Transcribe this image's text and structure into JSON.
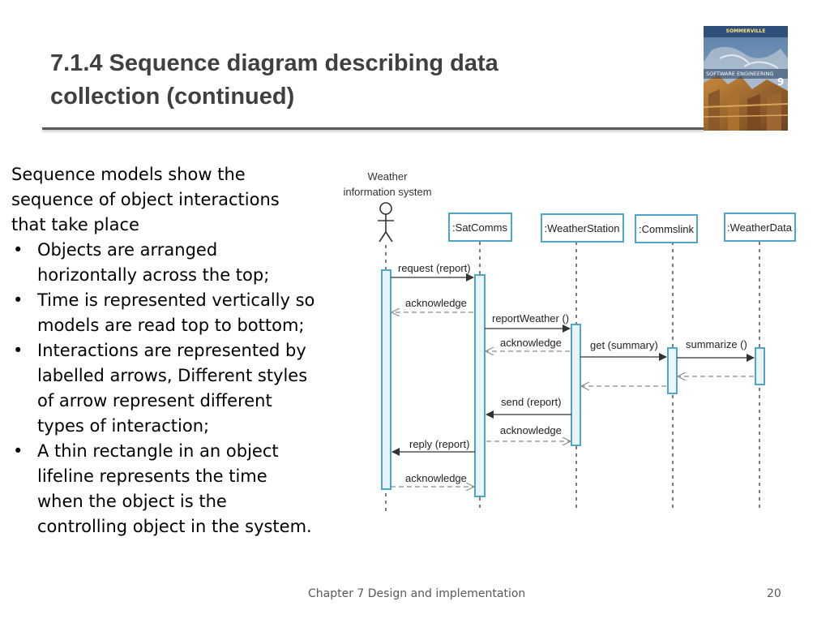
{
  "slide": {
    "title_lines": [
      "7.1.4 Sequence diagram describing data",
      "collection (continued)"
    ],
    "intro_lines": [
      "Sequence models show the",
      "sequence of object interactions",
      "that take place"
    ],
    "bullets": [
      {
        "lines": [
          "Objects are arranged",
          "horizontally across the top;"
        ]
      },
      {
        "lines": [
          "Time is represented vertically so",
          "models are read top to bottom;"
        ]
      },
      {
        "lines": [
          "Interactions are represented by",
          "labelled arrows, Different styles",
          "of arrow represent different",
          "types of interaction;"
        ]
      },
      {
        "lines": [
          "A thin rectangle in an object",
          "lifeline represents the time",
          "when the object is the",
          "controlling object in the system."
        ]
      }
    ],
    "bullet_char": "•",
    "footer": "Chapter 7 Design and implementation",
    "page_number": "20"
  },
  "book_cover": {
    "brand": "SOMMERVILLE",
    "title": "SOFTWARE ENGINEERING",
    "edition": "9"
  },
  "diagram": {
    "actor_label_lines": [
      "Weather",
      "information system"
    ],
    "objects": [
      ":SatComms",
      ":WeatherStation",
      ":Commslink",
      ":WeatherData"
    ],
    "messages": [
      {
        "label": "request (report)",
        "style": "call"
      },
      {
        "label": "acknowledge",
        "style": "return"
      },
      {
        "label": "reportWeather ()",
        "style": "call"
      },
      {
        "label": "acknowledge",
        "style": "return"
      },
      {
        "label": "get (summary)",
        "style": "call"
      },
      {
        "label": "summarize ()",
        "style": "call"
      },
      {
        "label": "",
        "style": "return"
      },
      {
        "label": "",
        "style": "return"
      },
      {
        "label": "send (report)",
        "style": "call"
      },
      {
        "label": "acknowledge",
        "style": "return"
      },
      {
        "label": "reply (report)",
        "style": "call"
      },
      {
        "label": "acknowledge",
        "style": "return"
      }
    ],
    "colors": {
      "lifeline_box_stroke": "#4ea6c8",
      "activation_fill": "#e9f4fa",
      "arrow": "#333333",
      "return_arrow": "#8a8a8a"
    }
  }
}
